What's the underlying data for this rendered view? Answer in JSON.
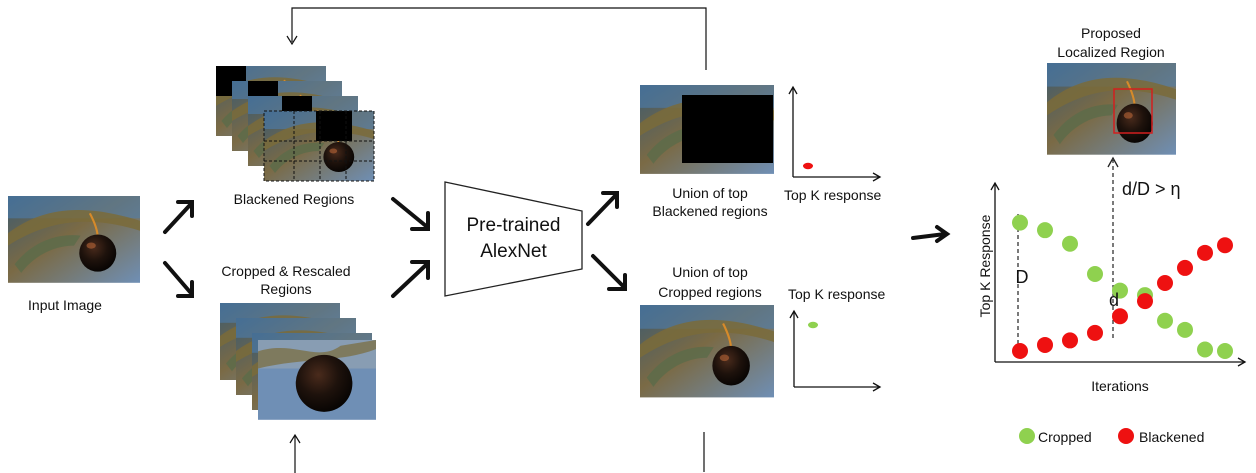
{
  "labels": {
    "input_image": "Input Image",
    "blackened_regions": "Blackened Regions",
    "cropped_rescaled_l1": "Cropped & Rescaled",
    "cropped_rescaled_l2": "Regions",
    "network_l1": "Pre-trained",
    "network_l2": "AlexNet",
    "union_black_l1": "Union of top",
    "union_black_l2": "Blackened regions",
    "union_crop_l1": "Union of top",
    "union_crop_l2": "Cropped regions",
    "topk_top": "Top K response",
    "topk_bottom": "Top K response",
    "proposed_l1": "Proposed",
    "proposed_l2": "Localized Region",
    "ratio": "d/D > η",
    "big_d": "D",
    "small_d": "d"
  },
  "chart_data": {
    "type": "scatter",
    "xlabel": "Iterations",
    "ylabel": "Top K Response",
    "series": [
      {
        "name": "Cropped",
        "color": "#8fd14f",
        "points": [
          [
            1,
            0.87
          ],
          [
            2,
            0.82
          ],
          [
            3,
            0.73
          ],
          [
            4,
            0.53
          ],
          [
            5,
            0.42
          ],
          [
            6,
            0.39
          ],
          [
            6.8,
            0.22
          ],
          [
            7.6,
            0.16
          ],
          [
            8.4,
            0.03
          ],
          [
            9.2,
            0.02
          ]
        ]
      },
      {
        "name": "Blackened",
        "color": "#ee1111",
        "points": [
          [
            1,
            0.02
          ],
          [
            2,
            0.06
          ],
          [
            3,
            0.09
          ],
          [
            4,
            0.14
          ],
          [
            5,
            0.25
          ],
          [
            6,
            0.35
          ],
          [
            6.8,
            0.47
          ],
          [
            7.6,
            0.57
          ],
          [
            8.4,
            0.67
          ],
          [
            9.2,
            0.72
          ]
        ]
      }
    ],
    "xlim": [
      0,
      10
    ],
    "ylim": [
      0,
      1
    ]
  }
}
